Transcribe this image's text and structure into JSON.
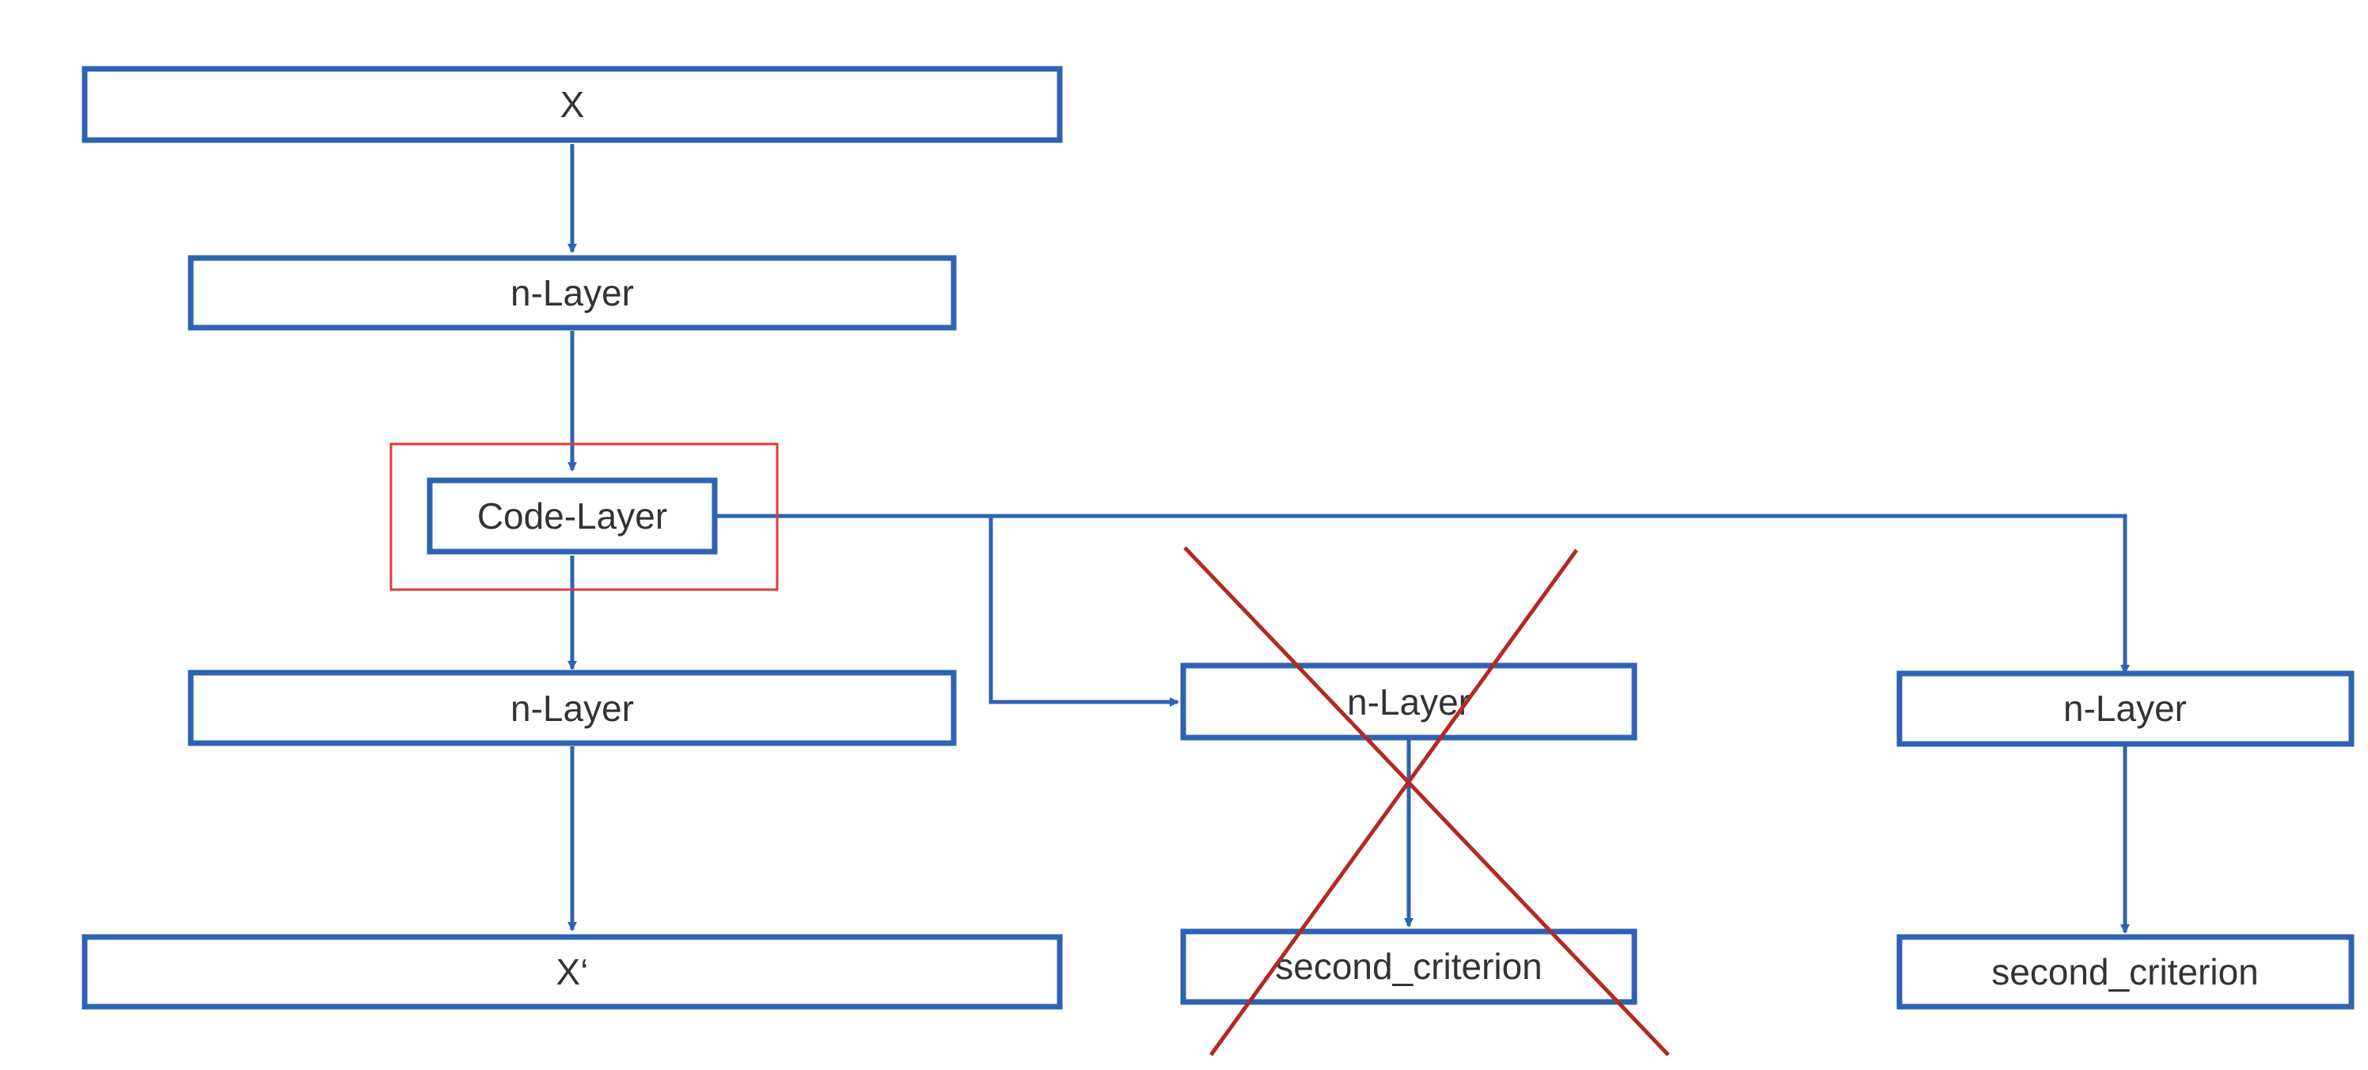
{
  "colors": {
    "box_stroke": "#2E63B2",
    "connector": "#2E63B2",
    "label": "#333333",
    "highlight": "#E03A3A",
    "strike": "#B22A22"
  },
  "nodes": {
    "input": {
      "label": "X"
    },
    "encoder_layer": {
      "label": "n-Layer"
    },
    "code_layer": {
      "label": "Code-Layer"
    },
    "decoder_layer": {
      "label": "n-Layer"
    },
    "output": {
      "label": "X‘"
    },
    "branch_a_layer": {
      "label": "n-Layer"
    },
    "branch_a_criterion": {
      "label": "second_criterion"
    },
    "branch_b_layer": {
      "label": "n-Layer"
    },
    "branch_b_criterion": {
      "label": "second_criterion"
    }
  }
}
